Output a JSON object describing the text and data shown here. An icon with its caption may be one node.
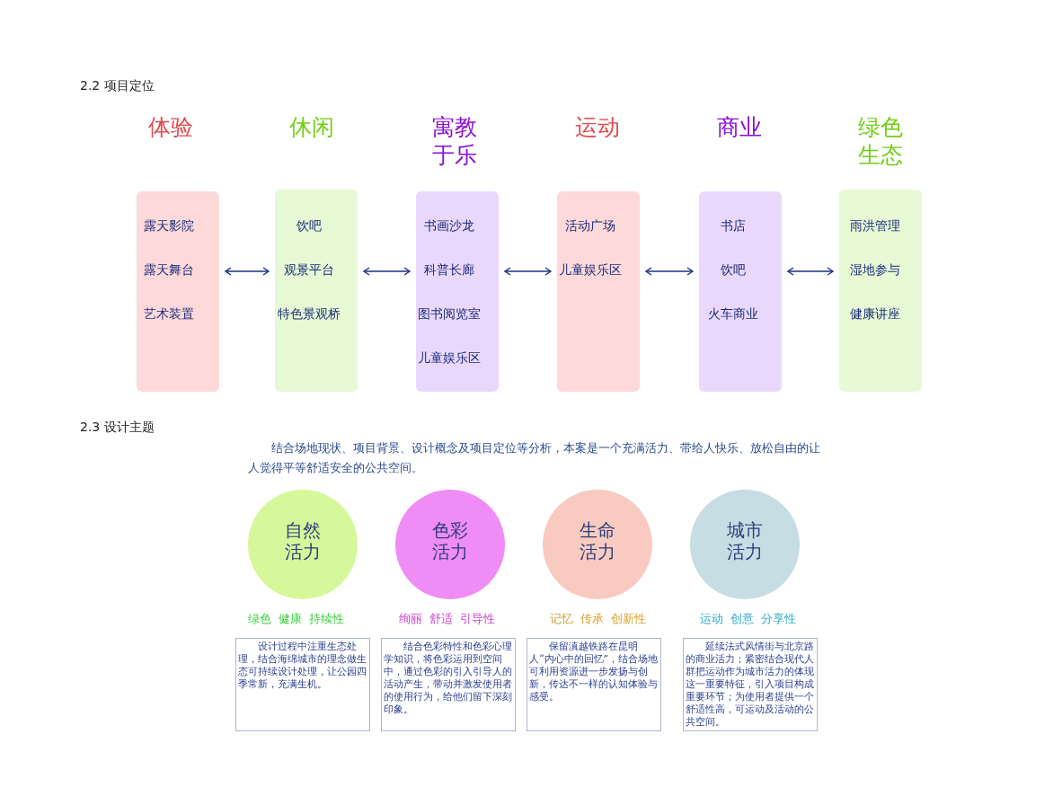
{
  "diagram": {
    "nodes": [
      {
        "text": [
          "体验",
          "露天影院",
          "露天舞台",
          "艺术装置"
        ]
      },
      {
        "text": [
          "休闲",
          "饮吧",
          "观景平台",
          "特色景观桥"
        ]
      },
      {
        "text": [
          "寓教于乐",
          "书画沙龙",
          "科普长廊",
          "图书阅览室",
          "儿童娱乐区"
        ]
      },
      {
        "text": [
          "运动",
          "活动广场",
          "儿童娱乐区"
        ]
      },
      {
        "text": [
          "商业",
          "书店",
          "饮吧",
          "火车商业"
        ]
      },
      {
        "text": [
          "绿色生态",
          "雨洪管理",
          "湿地参与",
          "健康讲座"
        ]
      },
      {
        "text": [
          "自然活力"
        ],
        "beside": [
          "绿色",
          "健康",
          "持续性"
        ]
      },
      {
        "text": [
          "色彩活力"
        ],
        "beside": [
          "绚丽",
          "舒适",
          "引导性"
        ]
      },
      {
        "text": [
          "生命活力"
        ],
        "beside": [
          "记忆",
          "传承",
          "创新性"
        ]
      },
      {
        "text": [
          "城市活力"
        ],
        "beside": [
          "运动",
          "创意",
          "分享性"
        ]
      },
      {
        "text": [
          "设计过程中注重生态处理，结合海绵城市的理念做生态可持续设计处理，让公园四季常新，充满生机。"
        ]
      },
      {
        "text": [
          "结合色彩特性和色彩心理学知识，将色彩运用到空间中，通过色彩的引入引导人的活动产生，带动并激发使用者的使用行为，给他们留下深刻印象。"
        ]
      },
      {
        "text": [
          "保留滇越铁路在昆明人“内心中的回忆”，结合场地可利用资源进一步发扬与创新，传达不一样的认知体验与感受。"
        ]
      },
      {
        "text": [
          "延续法式风情街与北京路的商业活力；紧密结合现代人群把运动作为城市活力的体现这一重要特征，引入项目构成重要环节；为使用者提供一个舒适性高，可运动及活动的公共空间。"
        ]
      }
    ],
    "edges": [
      {
        "from": 0,
        "to": 1,
        "arrow": "both"
      },
      {
        "from": 1,
        "to": 2,
        "arrow": "both"
      },
      {
        "from": 2,
        "to": 3,
        "arrow": "both"
      },
      {
        "from": 3,
        "to": 4,
        "arrow": "both"
      },
      {
        "from": 4,
        "to": 5,
        "arrow": "both"
      }
    ],
    "labels": [
      "2.2 项目定位",
      "2.3 设计主题",
      "结合场地现状、项目背景、设计概念及项目定位等分析，本案是一个充满活力、带给人快乐、放松自由的让人觉得平等舒适安全的公共空间。"
    ]
  }
}
